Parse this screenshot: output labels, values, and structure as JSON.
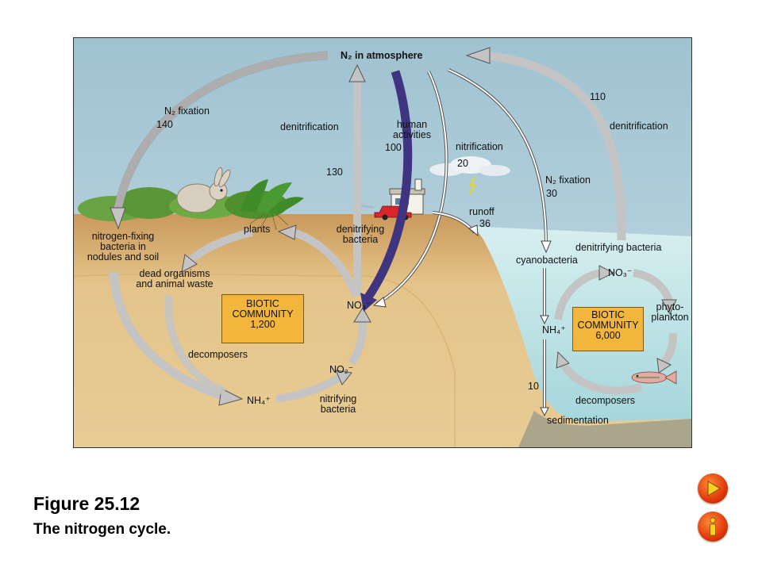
{
  "diagram": {
    "atmosphere": "N₂ in atmosphere",
    "labels": {
      "n2_fixation_land": "N₂ fixation",
      "n2_fixation_land_value": "140",
      "denitrification_land": "denitrification",
      "denitrification_land_value": "130",
      "human_activities_1": "human",
      "human_activities_2": "activities",
      "human_activities_value": "100",
      "nitrification": "nitrification",
      "nitrification_value": "20",
      "n2_fixation_ocean": "N₂ fixation",
      "n2_fixation_ocean_value": "30",
      "denitrification_ocean": "denitrification",
      "denitrification_ocean_value": "110",
      "runoff": "runoff",
      "runoff_value": "36",
      "nitrogen_fixing_1": "nitrogen-fixing",
      "nitrogen_fixing_2": "bacteria in",
      "nitrogen_fixing_3": "nodules and soil",
      "plants": "plants",
      "denitrifying_bacteria_land_1": "denitrifying",
      "denitrifying_bacteria_land_2": "bacteria",
      "dead_organisms_1": "dead organisms",
      "dead_organisms_2": "and animal waste",
      "no3_land": "NO₃⁻",
      "no2_land": "NO₂⁻",
      "nh4_land": "NH₄⁺",
      "decomposers_land": "decomposers",
      "nitrifying_bacteria_1": "nitrifying",
      "nitrifying_bacteria_2": "bacteria",
      "cyanobacteria": "cyanobacteria",
      "denitrifying_bacteria_ocean": "denitrifying bacteria",
      "no3_ocean": "NO₃⁻",
      "nh4_ocean": "NH₄⁺",
      "phytoplankton_1": "phyto-",
      "phytoplankton_2": "plankton",
      "decomposers_ocean": "decomposers",
      "sedimentation": "sedimentation",
      "sedimentation_value": "10"
    },
    "biotic_land": {
      "line1": "BIOTIC",
      "line2": "COMMUNITY",
      "value": "1,200"
    },
    "biotic_ocean": {
      "line1": "BIOTIC",
      "line2": "COMMUNITY",
      "value": "6,000"
    },
    "colors": {
      "sky": "#a9c9d6",
      "soil": "#e3c285",
      "water": "#b3dde0",
      "arrow_gray": "#c4c4c4",
      "arrow_purple": "#3e3480",
      "box_orange": "#f2b63c"
    }
  },
  "caption": {
    "title": "Figure 25.12",
    "text": "The nitrogen cycle."
  },
  "nav": {
    "play_icon": "play-icon",
    "info_icon": "info-icon"
  }
}
